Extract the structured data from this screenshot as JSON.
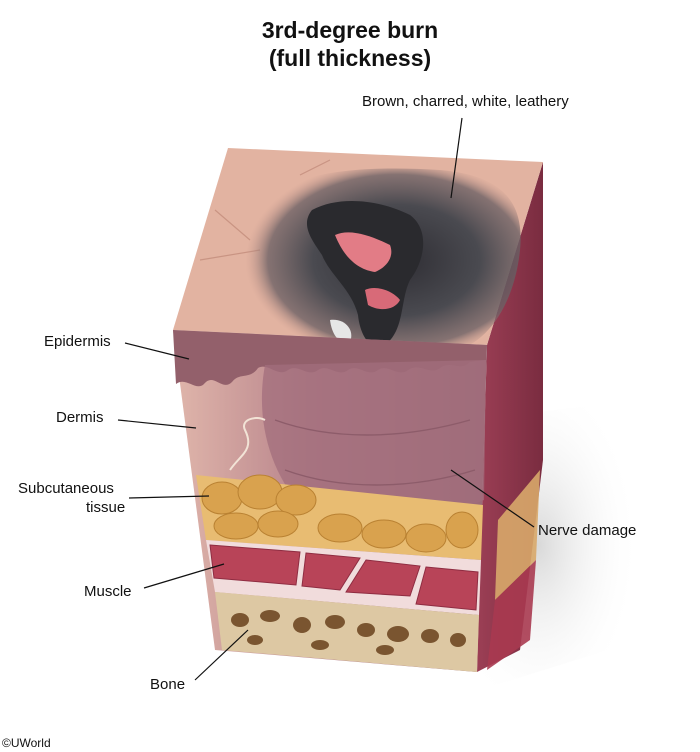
{
  "title": {
    "line1": "3rd-degree burn",
    "line2": "(full thickness)"
  },
  "labels": {
    "surface": "Brown, charred, white, leathery",
    "epidermis": "Epidermis",
    "dermis": "Dermis",
    "subcutaneous_line1": "Subcutaneous",
    "subcutaneous_line2": "tissue",
    "muscle": "Muscle",
    "bone": "Bone",
    "nerve": "Nerve damage"
  },
  "copyright": "©UWorld",
  "colors": {
    "skin_surface": "#e2b3a1",
    "epidermis": "#94606c",
    "dermis": "#dcb0a6",
    "burn_dark": "#3f3f44",
    "fat": "#dca85e",
    "muscle": "#b84458",
    "bone": "#d8c4a0"
  }
}
